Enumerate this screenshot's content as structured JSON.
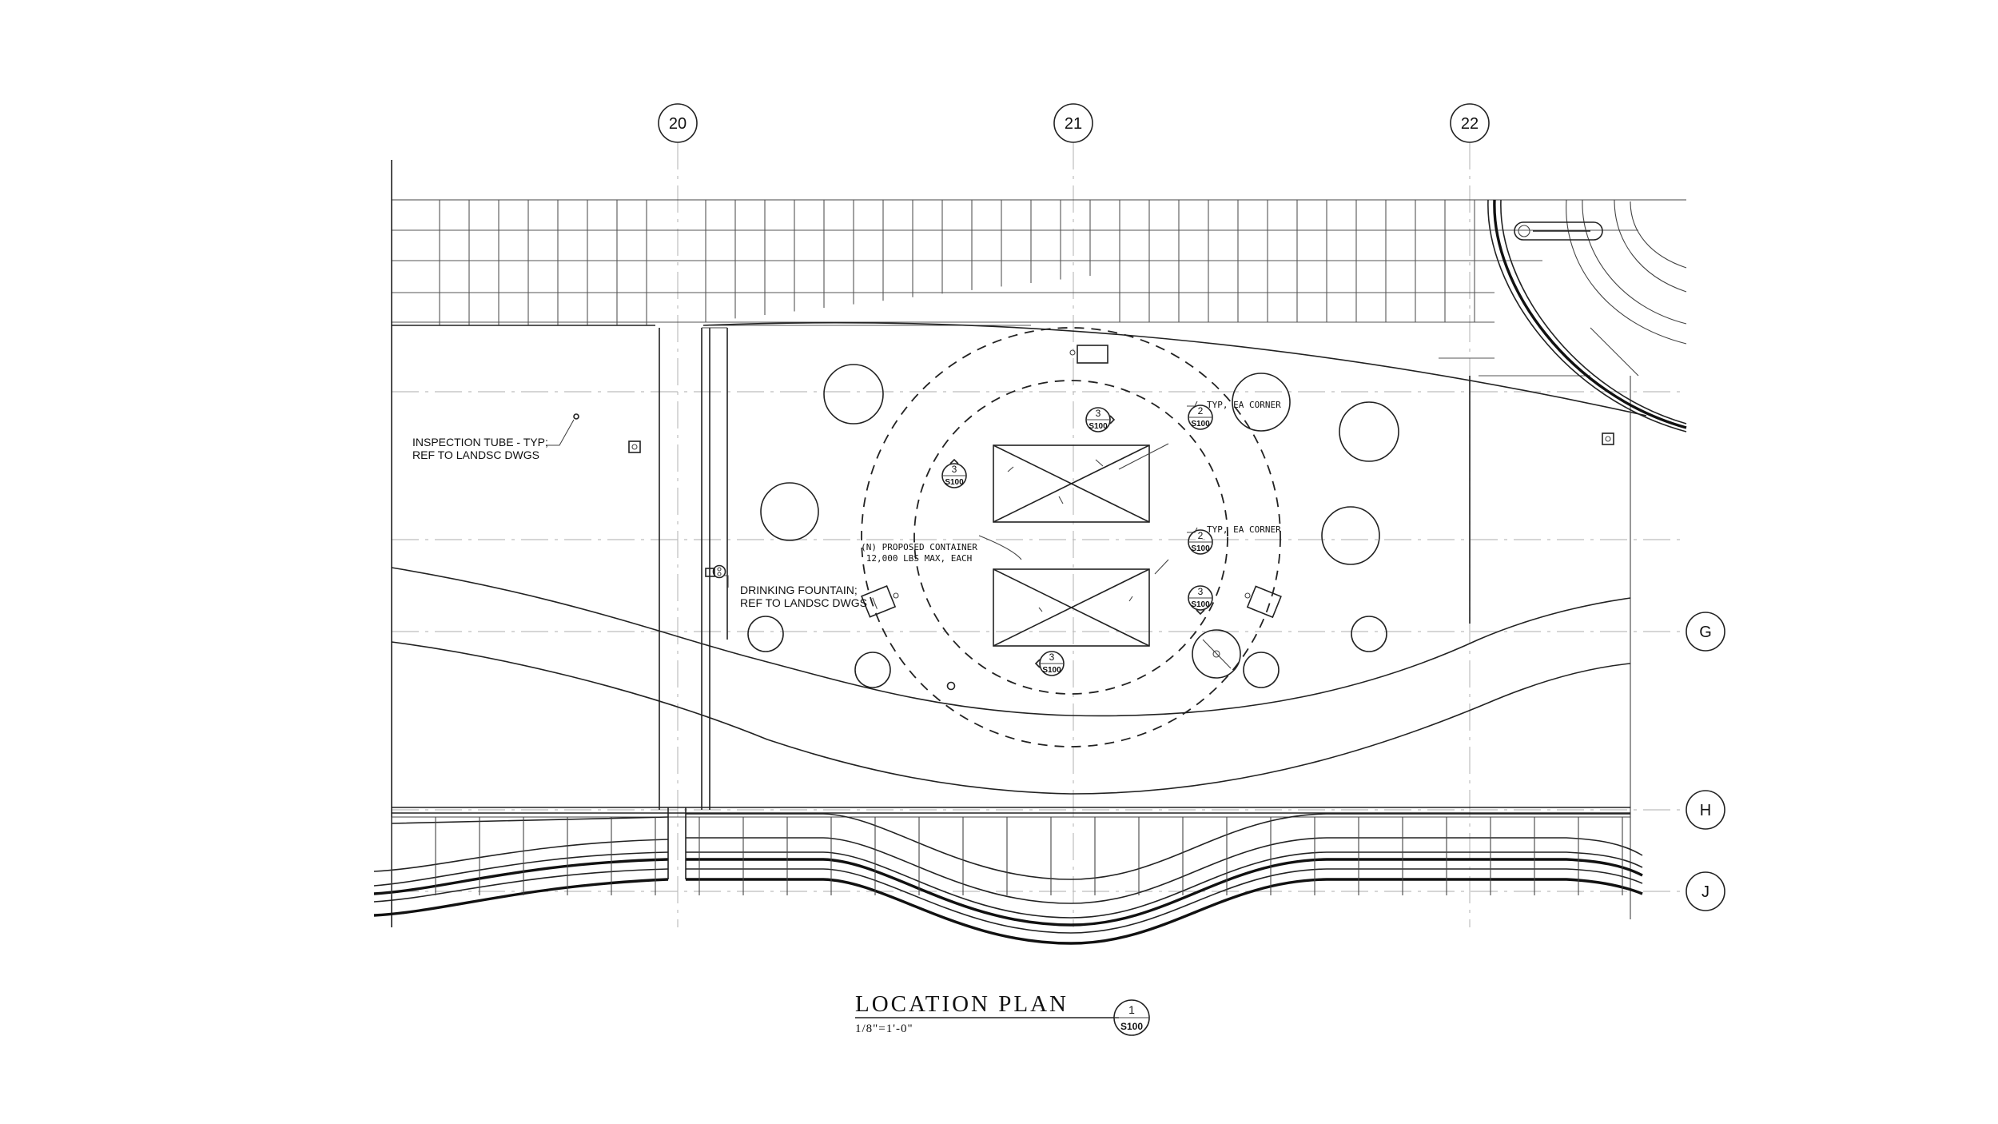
{
  "drawing": {
    "title": "LOCATION  PLAN",
    "scale": "1/8\"=1'-0\"",
    "title_tag": {
      "number": "1",
      "sheet": "S100"
    }
  },
  "grid_bubbles": {
    "col_20": "20",
    "col_21": "21",
    "col_22": "22",
    "row_g": "G",
    "row_h": "H",
    "row_j": "J"
  },
  "notes": {
    "inspection_line1": "INSPECTION TUBE - TYP;",
    "inspection_line2": "REF TO LANDSC DWGS",
    "fountain_line1": "DRINKING FOUNTAIN;",
    "fountain_line2": "REF TO LANDSC DWGS",
    "container_line1": "(N) PROPOSED CONTAINER",
    "container_line2": "12,000 LBS MAX, EACH",
    "typ_corner_1": "TYP, EA CORNER",
    "typ_corner_2": "TYP, EA CORNER"
  },
  "section_tags": {
    "tag_a": {
      "number": "3",
      "sheet": "S100"
    },
    "tag_b": {
      "number": "2",
      "sheet": "S100"
    },
    "tag_c": {
      "number": "3",
      "sheet": "S100"
    },
    "tag_d": {
      "number": "2",
      "sheet": "S100"
    },
    "tag_e": {
      "number": "3",
      "sheet": "S100"
    },
    "tag_f": {
      "number": "3",
      "sheet": "S100"
    }
  }
}
